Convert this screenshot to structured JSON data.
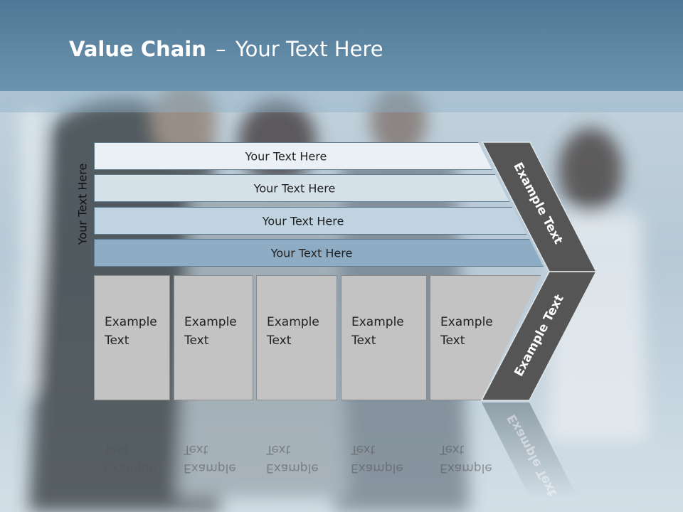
{
  "title": {
    "bold": "Value Chain",
    "separator": "–",
    "rest": "Your Text Here"
  },
  "side_label": "Your Text Here",
  "support_rows": [
    {
      "label": "Your Text Here",
      "color": "#eaf0f4"
    },
    {
      "label": "Your Text Here",
      "color": "#d6e2ea"
    },
    {
      "label": "Your Text Here",
      "color": "#bfd3e1"
    },
    {
      "label": "Your Text Here",
      "color": "#8eacc4"
    }
  ],
  "primary_columns": [
    {
      "label": "Example Text"
    },
    {
      "label": "Example Text"
    },
    {
      "label": "Example Text"
    },
    {
      "label": "Example Text"
    },
    {
      "label": "Example Text"
    }
  ],
  "margin_top": "Example Text",
  "margin_bottom": "Example Text",
  "colors": {
    "header": "#5d86a3",
    "chevron": "#555555",
    "column": "#c3c3c3"
  }
}
